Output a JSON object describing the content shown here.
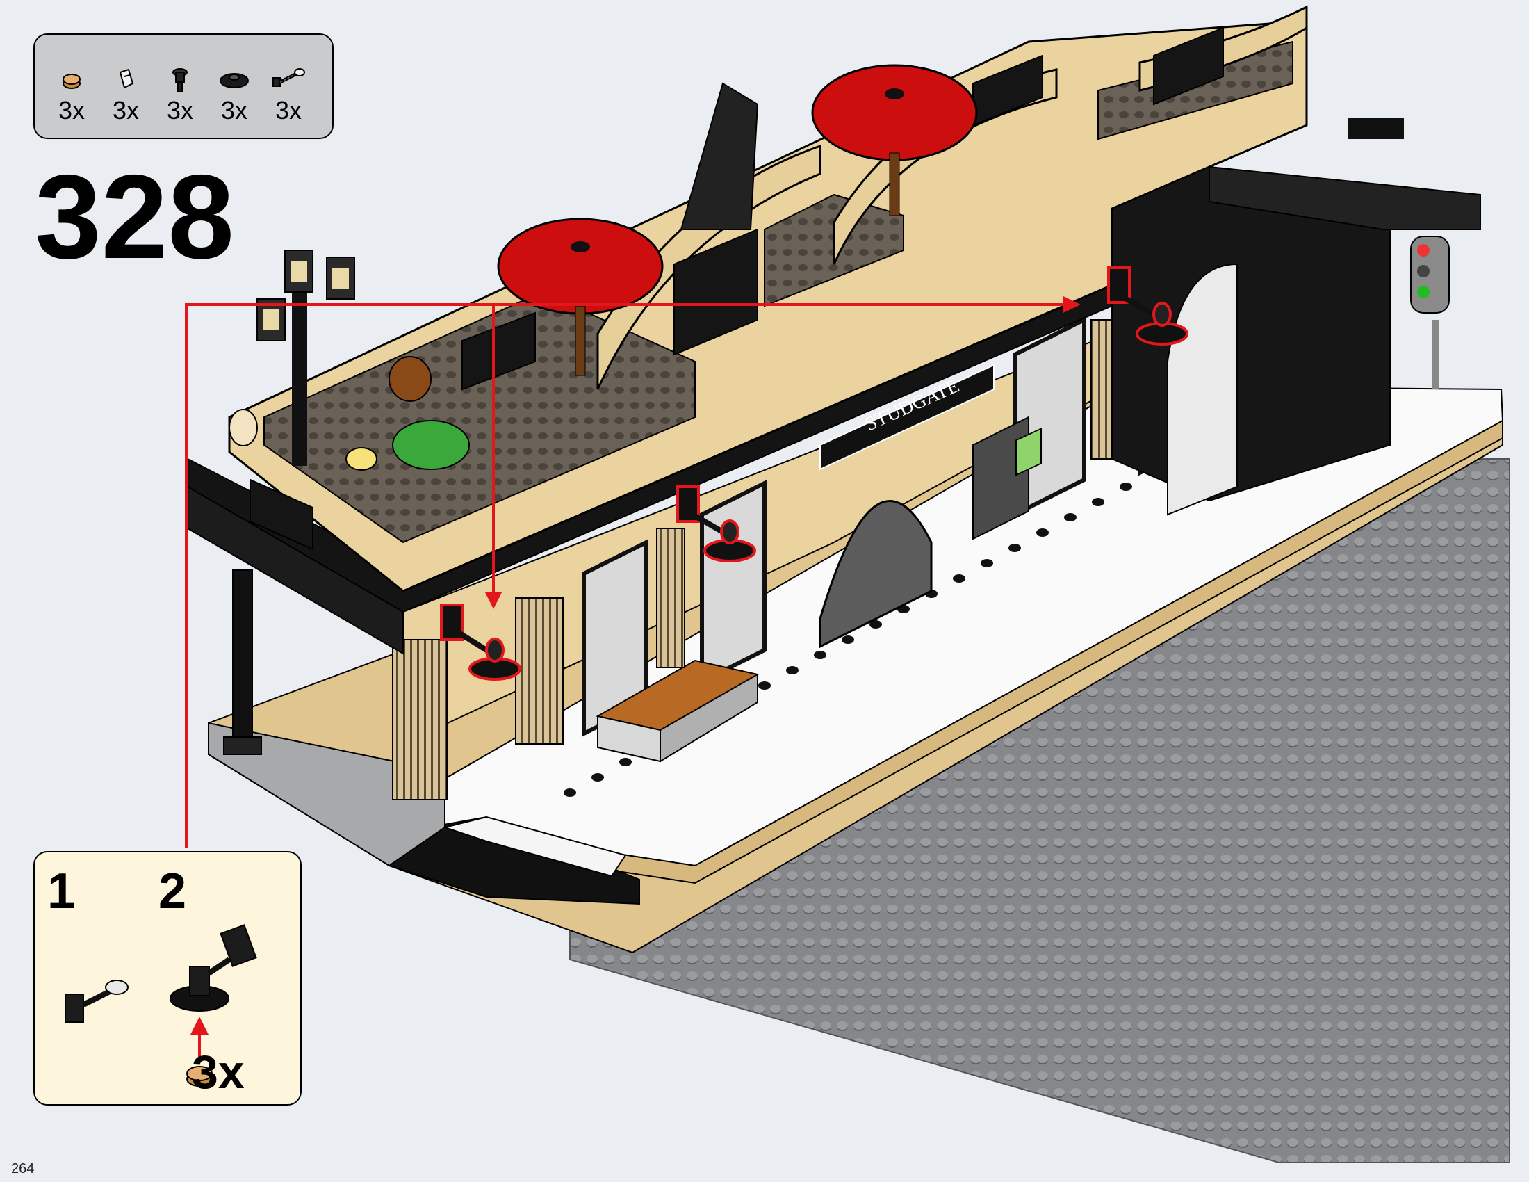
{
  "step": {
    "number": "328"
  },
  "parts_list": [
    {
      "icon": "tan-round-tile-icon",
      "qty": "3x"
    },
    {
      "icon": "bar-clip-icon",
      "qty": "3x"
    },
    {
      "icon": "black-lamp-holder-icon",
      "qty": "3x"
    },
    {
      "icon": "black-round-dish-icon",
      "qty": "3x"
    },
    {
      "icon": "black-hose-arm-icon",
      "qty": "3x"
    }
  ],
  "sub_assembly": {
    "step_1": "1",
    "step_2": "2",
    "multiplier": "3x"
  },
  "station_sign": {
    "text": "STUDGATE"
  },
  "page": {
    "number": "264"
  },
  "colors": {
    "background": "#eaeef2",
    "callout_red": "#e3161b",
    "tan": "#e5cc9d",
    "black": "#111111",
    "baseplate_gray": "#8b8d8f",
    "umbrella_red": "#cc0e0e"
  }
}
